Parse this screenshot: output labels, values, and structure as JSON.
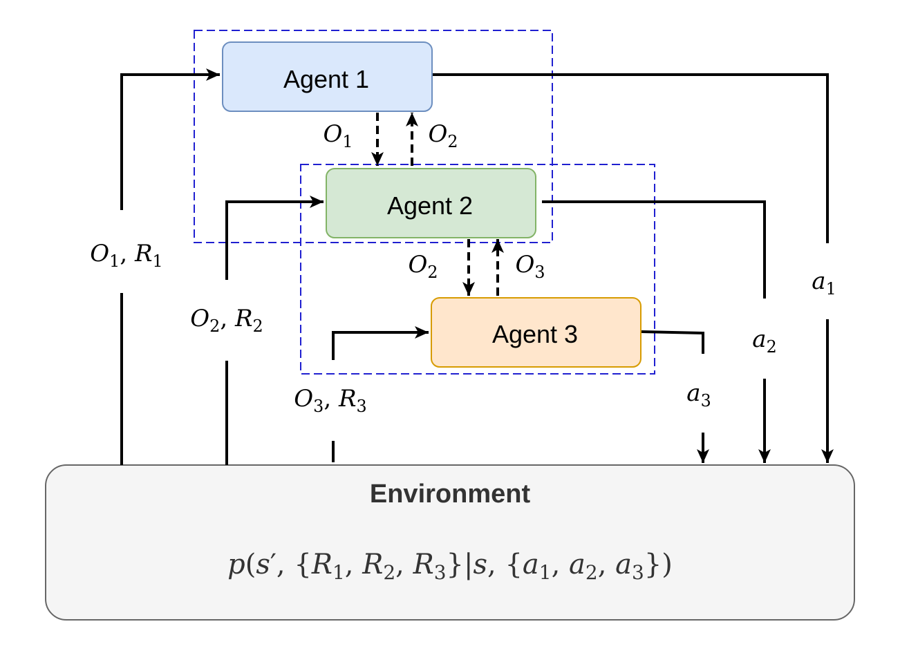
{
  "agents": {
    "agent1": {
      "label": "Agent 1",
      "fill": "#dae8fc",
      "stroke": "#6c8ebf"
    },
    "agent2": {
      "label": "Agent 2",
      "fill": "#d5e8d4",
      "stroke": "#82b366"
    },
    "agent3": {
      "label": "Agent 3",
      "fill": "#ffe6cc",
      "stroke": "#d79b00"
    }
  },
  "environment": {
    "title": "Environment",
    "formula": "p(s′, {R1, R2, R3}|s, {a1, a2, a3})",
    "fill": "#f5f5f5",
    "stroke": "#666666"
  },
  "group_color": "#1f1fd0",
  "labels": {
    "o1_r1": {
      "base1": "O",
      "sub1": "1",
      "sep": ", ",
      "base2": "R",
      "sub2": "1"
    },
    "o2_r2": {
      "base1": "O",
      "sub1": "2",
      "sep": ", ",
      "base2": "R",
      "sub2": "2"
    },
    "o3_r3": {
      "base1": "O",
      "sub1": "3",
      "sep": ", ",
      "base2": "R",
      "sub2": "3"
    },
    "a1": {
      "base": "a",
      "sub": "1"
    },
    "a2": {
      "base": "a",
      "sub": "2"
    },
    "a3": {
      "base": "a",
      "sub": "3"
    },
    "comm_o1_down": {
      "base": "O",
      "sub": "1"
    },
    "comm_o2_up": {
      "base": "O",
      "sub": "2"
    },
    "comm_o2_down": {
      "base": "O",
      "sub": "2"
    },
    "comm_o3_up": {
      "base": "O",
      "sub": "3"
    }
  }
}
